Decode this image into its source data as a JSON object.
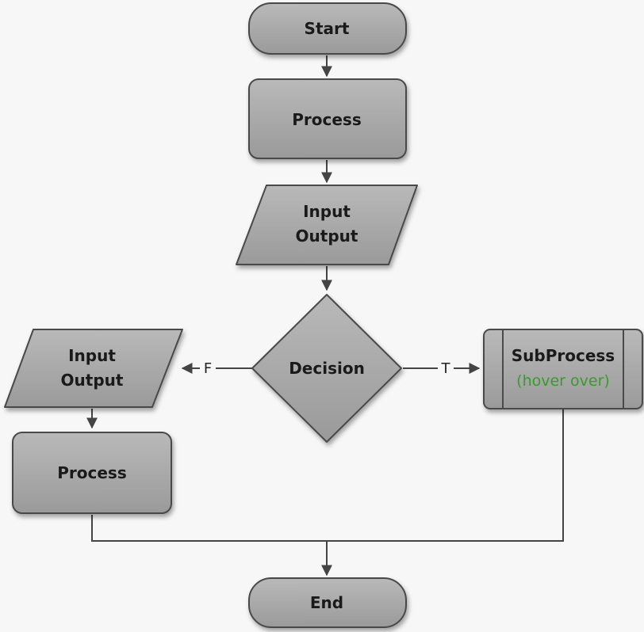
{
  "nodes": {
    "start": {
      "label": "Start"
    },
    "process_top": {
      "label": "Process"
    },
    "io_center": {
      "line1": "Input",
      "line2": "Output"
    },
    "decision": {
      "label": "Decision"
    },
    "io_left": {
      "line1": "Input",
      "line2": "Output"
    },
    "process_left": {
      "label": "Process"
    },
    "subprocess": {
      "line1": "SubProcess",
      "line2": "(hover over)"
    },
    "end": {
      "label": "End"
    }
  },
  "edges": {
    "false_label": "F",
    "true_label": "T"
  },
  "colors": {
    "shape_fill_light": "#b9b9b9",
    "shape_fill_dark": "#9a9a9a",
    "shape_stroke": "#4a4a4a",
    "hover_text": "#3a9a2e",
    "connector": "#444444"
  }
}
